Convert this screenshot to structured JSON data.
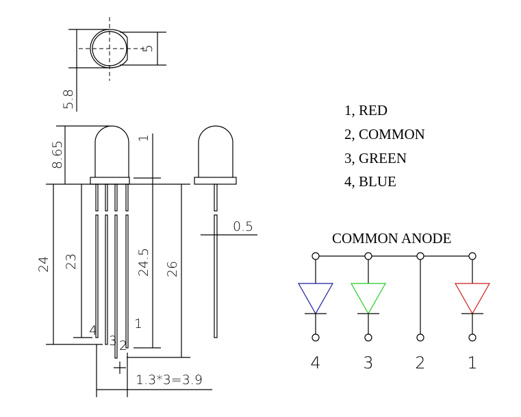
{
  "top_view": {
    "dim_body_diameter": "5",
    "dim_flange_diameter": "5.8"
  },
  "side_view": {
    "dim_lens_height": "8.65",
    "dim_flange_thickness": "1",
    "dim_lead_4": "24",
    "dim_lead_1": "23",
    "dim_lead_3": "24.5",
    "dim_lead_2": "26",
    "dim_lead_width": "0.5",
    "dim_pitch": "1.3*3=3.9",
    "pin_labels": [
      "4",
      "3",
      "2",
      "1"
    ]
  },
  "legend": {
    "items": [
      "1, RED",
      "2, COMMON",
      "3, GREEN",
      "4, BLUE"
    ]
  },
  "schematic": {
    "title": "COMMON  ANODE",
    "pins": [
      {
        "label": "4",
        "color": "#1a1aa0"
      },
      {
        "label": "3",
        "color": "#22cc22"
      },
      {
        "label": "2",
        "color": null
      },
      {
        "label": "1",
        "color": "#cc1a1a"
      }
    ]
  }
}
